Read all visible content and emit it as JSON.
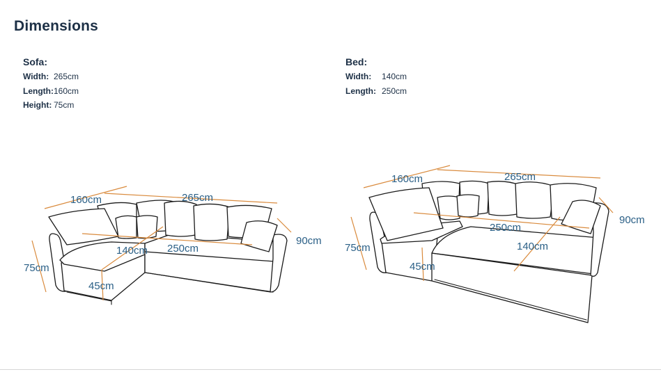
{
  "title": "Dimensions",
  "sofa": {
    "heading": "Sofa:",
    "rows": [
      {
        "label": "Width:",
        "value": "265cm"
      },
      {
        "label": "Length:",
        "value": "160cm"
      },
      {
        "label": "Height:",
        "value": "75cm"
      }
    ]
  },
  "bed": {
    "heading": "Bed:",
    "rows": [
      {
        "label": "Width:",
        "value": "140cm"
      },
      {
        "label": "Length:",
        "value": "250cm"
      }
    ]
  },
  "sofa_diagram": {
    "labels": {
      "length": "160cm",
      "width": "265cm",
      "depth": "90cm",
      "height": "75cm",
      "seat_height": "45cm",
      "chaise_width": "140cm",
      "chaise_length": "250cm"
    }
  },
  "bed_diagram": {
    "labels": {
      "length": "160cm",
      "width": "265cm",
      "depth": "90cm",
      "height": "75cm",
      "seat_height": "45cm",
      "bed_width": "140cm",
      "bed_length": "250cm"
    }
  },
  "colors": {
    "dimension_line": "#d98a3c",
    "dimension_text": "#2a5f86",
    "heading": "#1d3046"
  }
}
